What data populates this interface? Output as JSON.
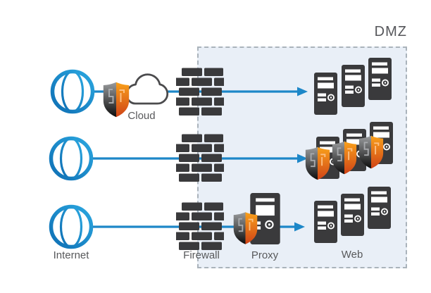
{
  "diagram": {
    "zone_label": "DMZ",
    "labels": {
      "cloud": "Cloud",
      "internet": "Internet",
      "firewall": "Firewall",
      "proxy": "Proxy",
      "web": "Web"
    },
    "icons": {
      "globe": "globe-icon",
      "firewall": "brick-wall-icon",
      "shield": "security-shield-icon",
      "cloud": "cloud-icon",
      "server": "server-tower-icon"
    },
    "colors": {
      "line_blue": "#1d87c8",
      "globe_blue": "#1a87c9",
      "dark_gray": "#3a3a3c",
      "shield_orange": "#f89c1b",
      "shield_orange_dark": "#cf4317",
      "dmz_fill": "#e9eff7",
      "dmz_border": "#aab3bb",
      "label_text": "#58595b"
    }
  }
}
